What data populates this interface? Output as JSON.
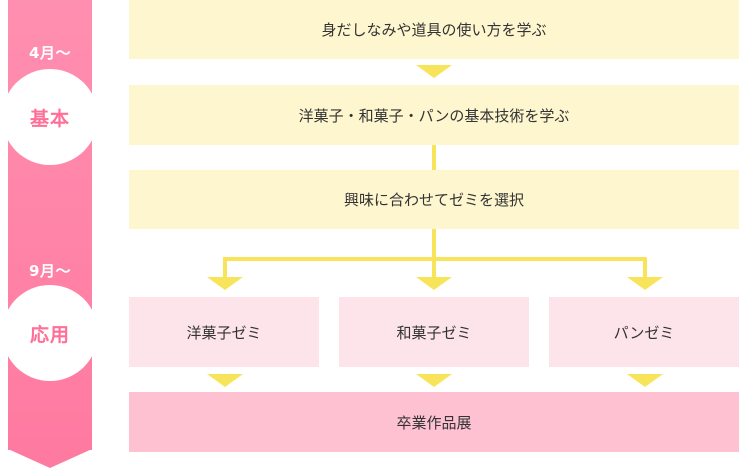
{
  "timeline": {
    "period_1": "4月～",
    "phase_1": "基本",
    "period_2": "9月～",
    "phase_2": "応用"
  },
  "flow": {
    "step_1": "身だしなみや道具の使い方を学ぶ",
    "step_2": "洋菓子・和菓子・パンの基本技術を学ぶ",
    "step_3": "興味に合わせてゼミを選択",
    "seminars": [
      "洋菓子ゼミ",
      "和菓子ゼミ",
      "パンゼミ"
    ],
    "final": "卒業作品展"
  },
  "colors": {
    "timeline_pink": "#ff7aa0",
    "accent_pink_text": "#ff6f97",
    "arrow_yellow": "#f8e45a",
    "box_yellow": "#fdf6cf",
    "box_light_pink": "#fde3ea",
    "box_pink": "#fdc1d2"
  }
}
